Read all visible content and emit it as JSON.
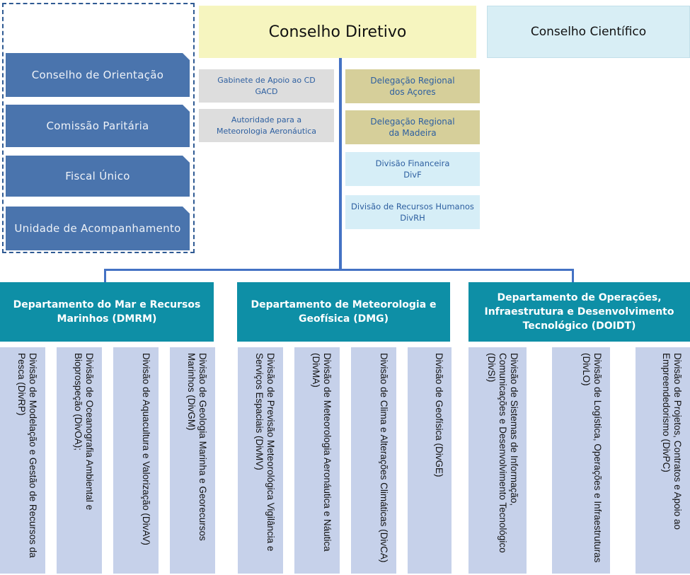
{
  "top": {
    "conselho_diretivo": "Conselho Diretivo",
    "conselho_cientifico": "Conselho Científico"
  },
  "left_bodies": [
    "Conselho de Orientação",
    "Comissão Paritária",
    "Fiscal Único",
    "Unidade de Acompanhamento"
  ],
  "staff_left": [
    {
      "line1": "Gabinete de Apoio ao CD",
      "line2": "GACD"
    },
    {
      "line1": "Autoridade para a",
      "line2": "Meteorologia Aeronáutica"
    }
  ],
  "staff_right": [
    {
      "line1": "Delegação Regional",
      "line2": "dos Açores"
    },
    {
      "line1": "Delegação Regional",
      "line2": "da Madeira"
    },
    {
      "line1": "Divisão Financeira",
      "line2": "DivF"
    },
    {
      "line1": "Divisão de Recursos Humanos",
      "line2": "DivRH"
    }
  ],
  "departments": [
    {
      "title": "Departamento do Mar e Recursos Marinhos (DMRM)",
      "divisions": [
        "Divisão de Modelação e Gestão de Recursos da Pesca (DivRP)",
        "Divisão de Oceanografia Ambiental e Bioprospeção (DivOA);",
        "Divisão de Aquacultura e Valorização (DivAV)",
        "Divisão de Geologia Marinha e Georecursos Marinhos (DivGM)"
      ]
    },
    {
      "title": "Departamento de Meteorologia e Geofísica (DMG)",
      "divisions": [
        "Divisão de Previsão Meteorológica Vigilância e Serviços Espaciais (DivMV)",
        "Divisão de Meteorologia Aeronáutica e Náutica (DivMA)",
        "Divisão de Clima e Alterações Climáticas (DivCA)",
        "Divisão de Geofísica (DivGE)"
      ]
    },
    {
      "title": "Departamento de Operações, Infraestrutura e Desenvolvimento Tecnológico (DOIDT)",
      "divisions": [
        "Divisão de Sistemas de Informação, Comunicações e Desenvolvimento Tecnológico (DivSI)",
        "Divisão de Logística, Operações e Infraestruturas (DivLO)",
        "Divisão de Projetos, Contratos e Apoio ao Empreendedorismo (DivPC)"
      ]
    }
  ]
}
